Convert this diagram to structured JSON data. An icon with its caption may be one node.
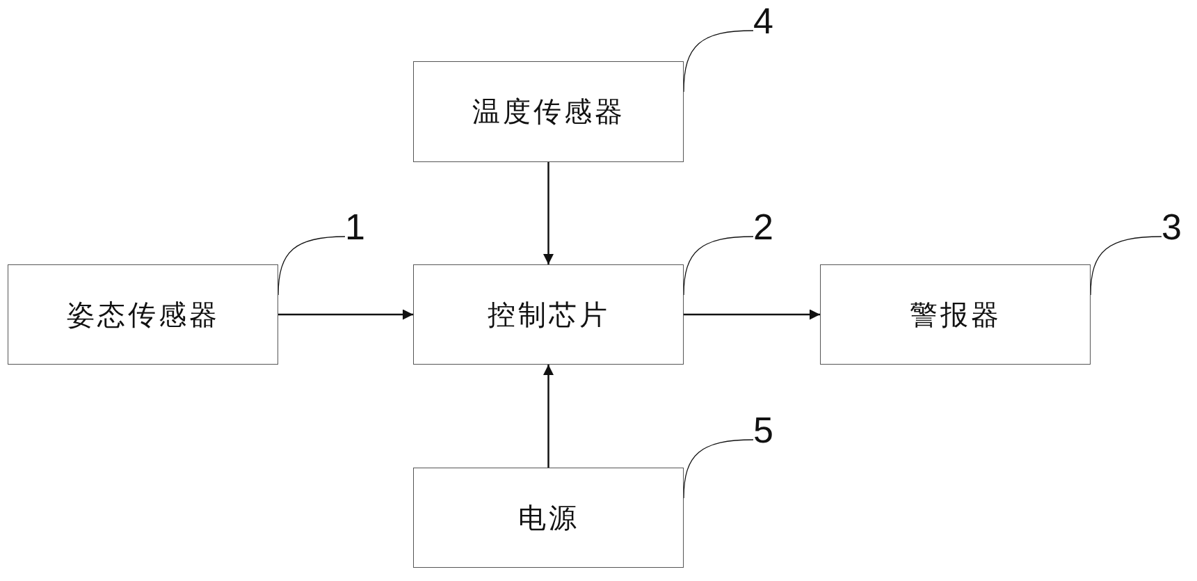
{
  "diagram": {
    "nodes": [
      {
        "text": [
          "温度传感器"
        ]
      },
      {
        "text": [
          "4"
        ]
      },
      {
        "text": [
          "姿态传感器"
        ]
      },
      {
        "text": [
          "1"
        ]
      },
      {
        "text": [
          "控制芯片"
        ]
      },
      {
        "text": [
          "2"
        ]
      },
      {
        "text": [
          "警报器"
        ]
      },
      {
        "text": [
          "3"
        ]
      },
      {
        "text": [
          "电源"
        ]
      },
      {
        "text": [
          "5"
        ]
      }
    ],
    "edges": [
      {
        "from": 0,
        "to": 4,
        "arrow": "to"
      },
      {
        "from": 2,
        "to": 4,
        "arrow": "to"
      },
      {
        "from": 4,
        "to": 6,
        "arrow": "to"
      },
      {
        "from": 8,
        "to": 4,
        "arrow": "to"
      },
      {
        "from": 1,
        "to": 0,
        "arrow": "none"
      },
      {
        "from": 3,
        "to": 2,
        "arrow": "none"
      },
      {
        "from": 5,
        "to": 4,
        "arrow": "none"
      },
      {
        "from": 7,
        "to": 6,
        "arrow": "none"
      },
      {
        "from": 9,
        "to": 8,
        "arrow": "none"
      }
    ]
  }
}
